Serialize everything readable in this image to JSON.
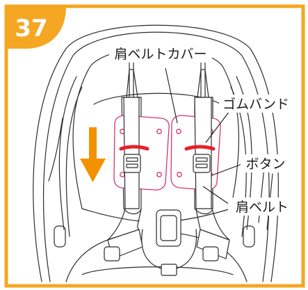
{
  "step": {
    "number": "37"
  },
  "labels": {
    "shoulder_belt_cover": "肩ベルトカバー",
    "rubber_band": "ゴムバンド",
    "button": "ボタン",
    "shoulder_belt": "肩ベルト"
  },
  "colors": {
    "accent_orange": "#f5a623",
    "arrow_orange": "#f39200",
    "cover_outline_pink": "#d6336c",
    "band_red": "#e8202a",
    "line_art": "#2b2b2b"
  },
  "icons": {
    "direction": "down-arrow-icon"
  }
}
